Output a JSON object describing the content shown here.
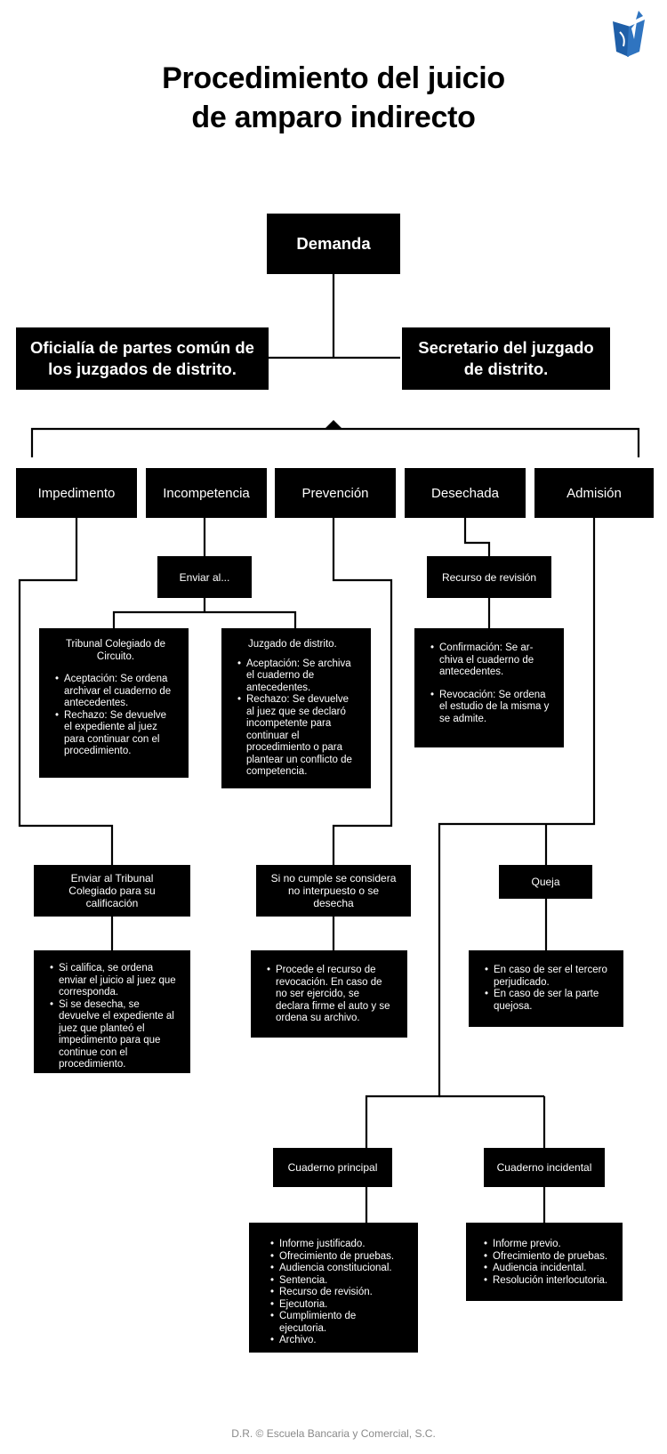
{
  "title": {
    "line1": "Procedimiento del juicio",
    "line2": "de amparo indirecto"
  },
  "logo": {
    "icon": "school-logo-icon",
    "color": "#1f5fa8"
  },
  "nodes": {
    "demanda": "Demanda",
    "oficialia": "Oficialía de partes común de los juzgados de distrito.",
    "secretario": "Secretario del juzgado de distrito.",
    "impedimento": "Impedimento",
    "incompetencia": "Incompetencia",
    "prevencion": "Prevención",
    "desechada": "Desechada",
    "admision": "Admisión",
    "enviar_al": "Enviar al...",
    "recurso_revision": "Recurso de revisión",
    "tribunal_colegiado": {
      "title": "Tribunal Colegiado de Circuito.",
      "items": [
        "Aceptación:  Se ordena archivar el cuaderno de antecedentes.",
        "Rechazo: Se devuelve el expediente al juez para continuar con el procedimiento."
      ]
    },
    "juzgado_distrito": {
      "title": "Juzgado de distrito.",
      "items": [
        "Aceptación: Se archiva el cuaderno de antecedentes.",
        "Rechazo: Se devuelve al juez que se declaró incompetente para continuar el procedimiento o para plantear un conflicto de competencia."
      ]
    },
    "revision_detalle": {
      "items": [
        "Confirmación: Se ar-\nchiva el cuaderno de antecedentes.",
        "Revocación: Se ordena el estudio de la misma y se admite."
      ]
    },
    "enviar_tribunal": "Enviar al Tribunal Colegiado para su calificación",
    "no_cumple": "Si no cumple se considera no interpuesto o se desecha",
    "queja": "Queja",
    "califica_detalle": {
      "items": [
        "Si califica, se ordena enviar el juicio al juez que corresponda.",
        "Si se desecha, se devuelve el expediente al juez que planteó el impedimento para que continue con el procedimiento."
      ]
    },
    "revocacion_detalle": {
      "items": [
        "Procede el recurso de revocación. En caso de no ser ejercido, se declara firme el auto y se ordena su archivo."
      ]
    },
    "queja_detalle": {
      "items": [
        "En caso de ser el tercero perjudicado.",
        "En caso de ser la parte quejosa."
      ]
    },
    "cuaderno_principal": "Cuaderno principal",
    "cuaderno_incidental": "Cuaderno incidental",
    "principal_detalle": {
      "items": [
        "Informe justificado.",
        "Ofrecimiento de pruebas.",
        "Audiencia constitucional.",
        "Sentencia.",
        "Recurso de revisión.",
        "Ejecutoria.",
        "Cumplimiento de ejecutoria.",
        "Archivo."
      ]
    },
    "incidental_detalle": {
      "items": [
        "Informe previo.",
        "Ofrecimiento de pruebas.",
        "Audiencia incidental.",
        "Resolución interlocutoria."
      ]
    }
  },
  "footer": "D.R. © Escuela Bancaria y Comercial, S.C."
}
